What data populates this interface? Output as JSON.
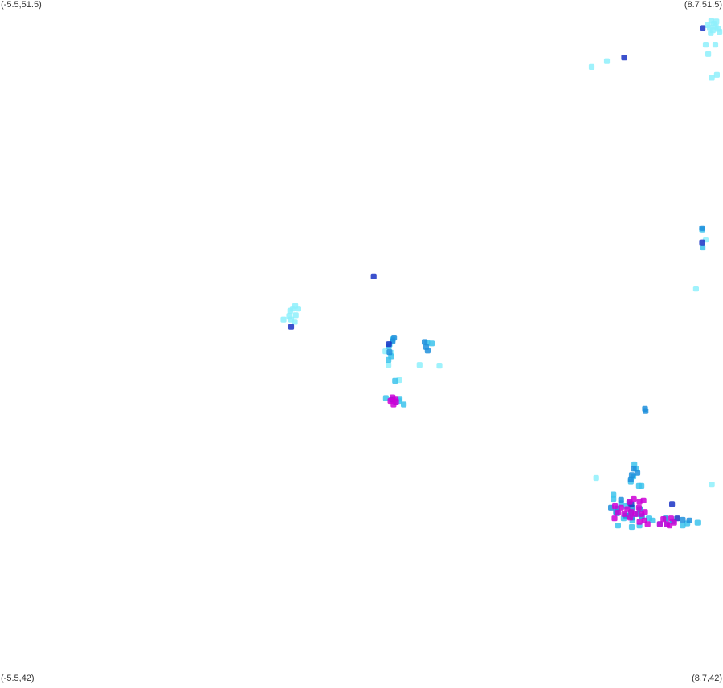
{
  "chart_data": {
    "type": "scatter",
    "title": "",
    "xlabel": "",
    "ylabel": "",
    "xlim": [
      -5.5,
      8.7
    ],
    "ylim": [
      42,
      51.5
    ],
    "grid": false,
    "legend": "none",
    "corner_labels": {
      "top_left": "(-5.5,51.5)",
      "top_right": "(8.7,51.5)",
      "bottom_left": "(-5.5,42)",
      "bottom_right": "(8.7,42)"
    },
    "colors": {
      "light_cyan": "#8ef0fb",
      "cyan": "#3cc3ec",
      "mid_blue": "#1e8fdc",
      "dark_blue": "#1a33c4",
      "magenta": "#cc00d6"
    },
    "series": [
      {
        "color_key": "light_cyan",
        "points": [
          [
            8.47,
            51.21
          ],
          [
            8.52,
            51.17
          ],
          [
            8.56,
            51.13
          ],
          [
            8.44,
            51.12
          ],
          [
            8.6,
            51.1
          ],
          [
            8.5,
            51.08
          ],
          [
            8.63,
            51.06
          ],
          [
            8.4,
            51.15
          ],
          [
            8.57,
            51.2
          ],
          [
            8.46,
            51.04
          ],
          [
            8.36,
            50.88
          ],
          [
            8.55,
            50.88
          ],
          [
            8.41,
            50.75
          ],
          [
            6.42,
            50.65
          ],
          [
            6.12,
            50.57
          ],
          [
            8.58,
            50.46
          ],
          [
            8.48,
            50.42
          ],
          [
            8.36,
            48.17
          ],
          [
            8.17,
            47.49
          ],
          [
            0.3,
            47.25
          ],
          [
            0.25,
            47.21
          ],
          [
            0.2,
            47.18
          ],
          [
            0.36,
            47.21
          ],
          [
            0.31,
            47.12
          ],
          [
            0.18,
            47.11
          ],
          [
            0.07,
            47.06
          ],
          [
            0.22,
            47.06
          ],
          [
            0.29,
            47.03
          ],
          [
            2.22,
            46.8
          ],
          [
            2.16,
            46.72
          ],
          [
            2.07,
            46.62
          ],
          [
            2.19,
            46.6
          ],
          [
            2.13,
            46.43
          ],
          [
            2.34,
            46.22
          ],
          [
            2.74,
            46.43
          ],
          [
            3.13,
            46.42
          ],
          [
            6.21,
            44.86
          ],
          [
            8.48,
            44.77
          ]
        ]
      },
      {
        "color_key": "cyan",
        "points": [
          [
            2.21,
            46.78
          ],
          [
            2.14,
            46.69
          ],
          [
            2.18,
            46.55
          ],
          [
            2.13,
            46.5
          ],
          [
            2.26,
            46.21
          ],
          [
            2.35,
            45.96
          ],
          [
            2.22,
            45.96
          ],
          [
            2.08,
            45.97
          ],
          [
            2.27,
            45.91
          ],
          [
            2.33,
            45.93
          ],
          [
            2.43,
            45.88
          ],
          [
            2.98,
            46.73
          ],
          [
            2.89,
            46.74
          ],
          [
            8.29,
            48.31
          ],
          [
            8.3,
            48.06
          ],
          [
            6.96,
            45.05
          ],
          [
            6.99,
            44.99
          ],
          [
            6.94,
            44.88
          ],
          [
            6.89,
            44.81
          ],
          [
            7.05,
            44.75
          ],
          [
            7.1,
            44.75
          ],
          [
            6.55,
            44.63
          ],
          [
            6.55,
            44.57
          ],
          [
            6.7,
            44.51
          ],
          [
            6.8,
            44.47
          ],
          [
            6.62,
            44.37
          ],
          [
            6.85,
            44.33
          ],
          [
            6.64,
            44.2
          ],
          [
            6.92,
            44.27
          ],
          [
            7.06,
            44.2
          ],
          [
            6.91,
            44.18
          ],
          [
            7.31,
            44.27
          ],
          [
            7.46,
            44.22
          ],
          [
            7.6,
            44.22
          ],
          [
            7.91,
            44.2
          ],
          [
            8.2,
            44.24
          ],
          [
            8.0,
            44.23
          ],
          [
            6.75,
            44.3
          ],
          [
            7.24,
            44.3
          ]
        ]
      },
      {
        "color_key": "mid_blue",
        "points": [
          [
            2.24,
            46.81
          ],
          [
            2.21,
            46.76
          ],
          [
            2.15,
            46.61
          ],
          [
            2.84,
            46.75
          ],
          [
            2.87,
            46.68
          ],
          [
            2.9,
            46.63
          ],
          [
            8.29,
            48.33
          ],
          [
            7.17,
            45.82
          ],
          [
            7.18,
            45.79
          ],
          [
            6.95,
            44.99
          ],
          [
            6.91,
            44.9
          ],
          [
            7.02,
            44.93
          ],
          [
            6.89,
            44.84
          ],
          [
            6.7,
            44.56
          ],
          [
            6.86,
            44.52
          ],
          [
            6.92,
            44.45
          ],
          [
            7.07,
            44.43
          ],
          [
            6.5,
            44.45
          ],
          [
            6.6,
            44.39
          ],
          [
            6.79,
            44.34
          ],
          [
            6.92,
            44.31
          ],
          [
            7.11,
            44.33
          ],
          [
            7.57,
            44.3
          ],
          [
            7.71,
            44.26
          ],
          [
            7.91,
            44.28
          ],
          [
            8.04,
            44.27
          ],
          [
            6.62,
            44.44
          ],
          [
            6.89,
            44.38
          ],
          [
            7.02,
            44.36
          ]
        ]
      },
      {
        "color_key": "dark_blue",
        "points": [
          [
            1.84,
            47.66
          ],
          [
            6.76,
            50.7
          ],
          [
            8.3,
            51.11
          ],
          [
            0.22,
            46.96
          ],
          [
            2.14,
            46.72
          ],
          [
            2.2,
            45.95
          ],
          [
            8.29,
            48.13
          ],
          [
            7.7,
            44.5
          ],
          [
            7.8,
            44.3
          ],
          [
            6.9,
            44.5
          ]
        ]
      },
      {
        "color_key": "magenta",
        "points": [
          [
            2.21,
            45.98
          ],
          [
            2.27,
            45.96
          ],
          [
            2.17,
            45.93
          ],
          [
            2.28,
            45.92
          ],
          [
            2.23,
            45.88
          ],
          [
            6.7,
            44.45
          ],
          [
            6.82,
            44.43
          ],
          [
            6.9,
            44.39
          ],
          [
            7.05,
            44.45
          ],
          [
            6.87,
            44.53
          ],
          [
            6.95,
            44.57
          ],
          [
            7.06,
            44.53
          ],
          [
            7.14,
            44.55
          ],
          [
            6.76,
            44.36
          ],
          [
            6.88,
            44.31
          ],
          [
            7.06,
            44.25
          ],
          [
            7.1,
            44.36
          ],
          [
            7.17,
            44.39
          ],
          [
            6.98,
            44.36
          ],
          [
            7.16,
            44.27
          ],
          [
            7.22,
            44.22
          ],
          [
            7.53,
            44.29
          ],
          [
            7.6,
            44.22
          ],
          [
            7.65,
            44.2
          ],
          [
            7.74,
            44.24
          ],
          [
            7.68,
            44.3
          ],
          [
            6.57,
            44.3
          ],
          [
            6.64,
            44.38
          ],
          [
            6.58,
            44.47
          ],
          [
            7.46,
            44.22
          ]
        ]
      }
    ]
  }
}
